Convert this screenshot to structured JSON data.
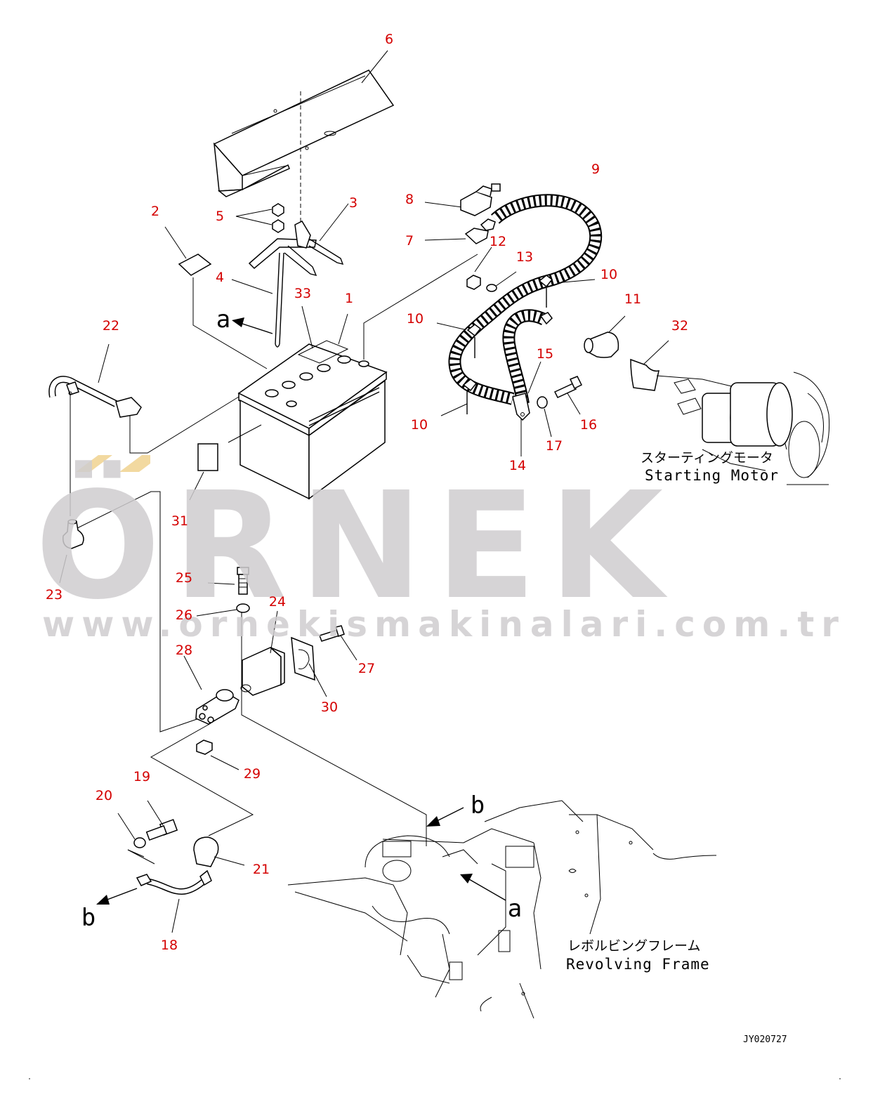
{
  "diagram": {
    "callouts": [
      "1",
      "2",
      "3",
      "4",
      "5",
      "6",
      "7",
      "8",
      "9",
      "10",
      "10",
      "10",
      "11",
      "12",
      "13",
      "14",
      "15",
      "16",
      "17",
      "18",
      "19",
      "20",
      "21",
      "22",
      "23",
      "24",
      "25",
      "26",
      "27",
      "28",
      "29",
      "30",
      "31",
      "32",
      "33"
    ],
    "view_letters": [
      "a",
      "a",
      "b",
      "b"
    ],
    "labels": {
      "starting_motor_jp": "スターティングモータ",
      "starting_motor_en": "Starting Motor",
      "revolving_frame_jp": "レボルビングフレーム",
      "revolving_frame_en": "Revolving Frame"
    },
    "drawing_code": "JY020727"
  },
  "watermark": {
    "brand": "ÖRNEK",
    "url": "www.ornekismakinalari.com.tr",
    "color": "#cfcdcf",
    "accent": "#f2d9a0"
  },
  "colors": {
    "callout": "#d40000",
    "line": "#000000"
  }
}
